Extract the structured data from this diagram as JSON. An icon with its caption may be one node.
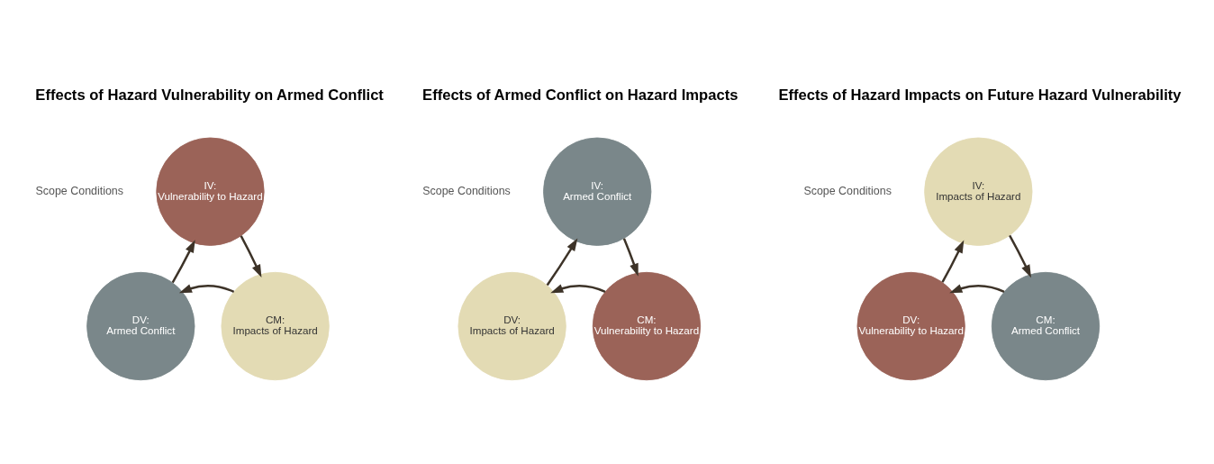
{
  "diagram": {
    "nodes": [
      {
        "text": [
          "IV:",
          "Vulnerability to Hazard"
        ]
      },
      {
        "text": [
          "CM:",
          "Impacts of Hazard"
        ]
      },
      {
        "text": [
          "DV:",
          "Armed Conflict"
        ]
      },
      {
        "text": [
          "IV:",
          "Armed Conflict"
        ]
      },
      {
        "text": [
          "CM:",
          "Vulnerability to Hazard"
        ]
      },
      {
        "text": [
          "DV:",
          "Impacts of Hazard"
        ]
      },
      {
        "text": [
          "IV:",
          "Impacts of Hazard"
        ]
      },
      {
        "text": [
          "CM:",
          "Armed Conflict"
        ]
      },
      {
        "text": [
          "DV:",
          "Vulnerability to Hazard"
        ]
      }
    ],
    "edges": [
      {
        "from": 0,
        "to": 1,
        "arrow": "to"
      },
      {
        "from": 1,
        "to": 2,
        "arrow": "to"
      },
      {
        "from": 2,
        "to": 0,
        "arrow": "to"
      },
      {
        "from": 3,
        "to": 4,
        "arrow": "to"
      },
      {
        "from": 4,
        "to": 5,
        "arrow": "to"
      },
      {
        "from": 5,
        "to": 3,
        "arrow": "to"
      },
      {
        "from": 6,
        "to": 7,
        "arrow": "to"
      },
      {
        "from": 7,
        "to": 8,
        "arrow": "to"
      },
      {
        "from": 8,
        "to": 6,
        "arrow": "to"
      }
    ],
    "labels": [
      "Effects of Hazard Vulnerability on Armed Conflict",
      "Scope Conditions",
      "Effects of Armed Conflict on Hazard Impacts",
      "Scope Conditions",
      "Effects of Hazard Impacts on Future Hazard Vulnerability",
      "Scope Conditions"
    ]
  }
}
